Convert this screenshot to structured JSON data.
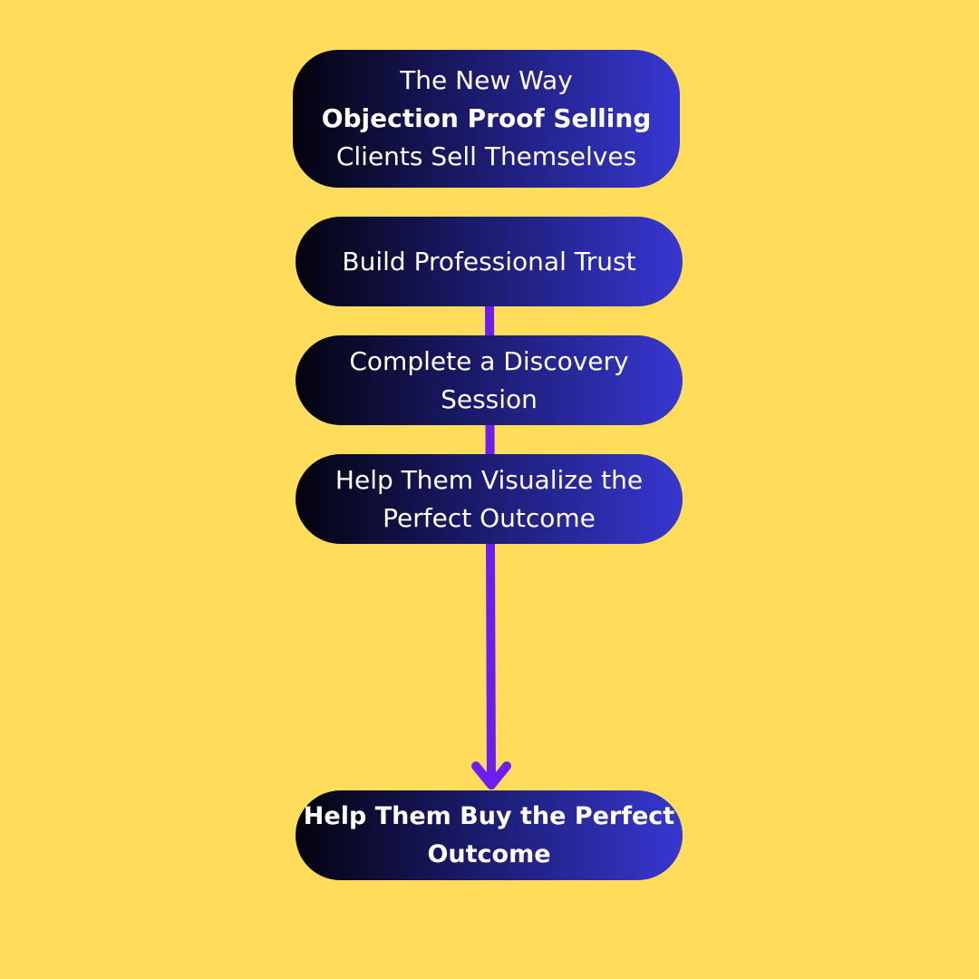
{
  "colors": {
    "background": "#ffdd5a",
    "connector": "#6a1ff0",
    "box_start": "#03030d",
    "box_end": "#3737d2"
  },
  "steps": [
    {
      "lines": [
        "The New Way",
        "Objection Proof Selling",
        "Clients Sell Themselves"
      ]
    },
    {
      "lines": [
        "Build Professional Trust"
      ]
    },
    {
      "lines": [
        "Complete a Discovery",
        "Session"
      ]
    },
    {
      "lines": [
        "Help Them Visualize the",
        "Perfect Outcome"
      ]
    },
    {
      "lines": [
        "Help Them Buy the Perfect",
        "Outcome"
      ]
    }
  ]
}
